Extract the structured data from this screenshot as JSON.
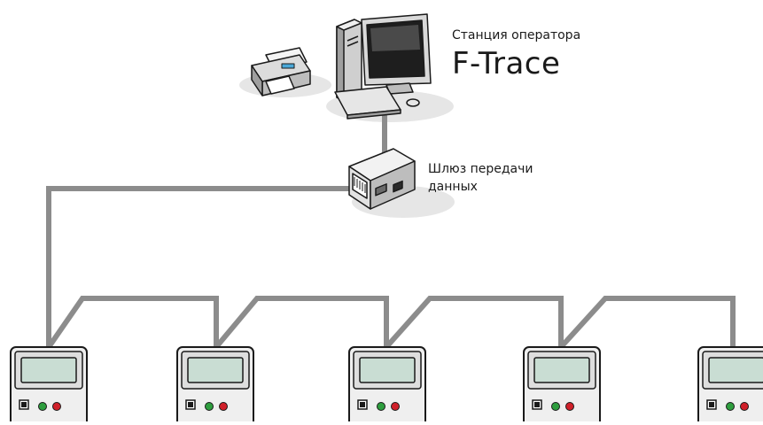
{
  "station": {
    "caption": "Станция оператора",
    "name": "F-Trace"
  },
  "gateway": {
    "caption_line1": "Шлюз передачи",
    "caption_line2": "данных"
  },
  "colors": {
    "wire": "#8c8c8c",
    "device_body": "#efefef",
    "device_screen": "#c9ddd3",
    "led_green": "#2e9e3e",
    "led_red": "#d0202a",
    "outline": "#1a1a1a",
    "shadow": "#e3e3e3"
  },
  "field_devices": [
    {
      "id": "meter-1"
    },
    {
      "id": "meter-2"
    },
    {
      "id": "meter-3"
    },
    {
      "id": "meter-4"
    },
    {
      "id": "meter-5"
    }
  ]
}
